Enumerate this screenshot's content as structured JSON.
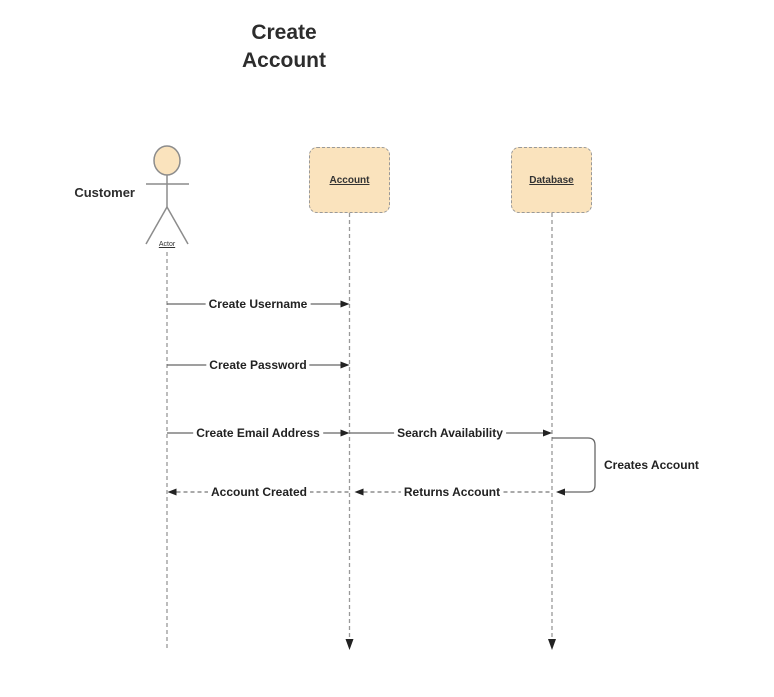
{
  "title": {
    "line1": "Create",
    "line2": "Account"
  },
  "actor": {
    "label": "Customer",
    "stereotype": "Actor"
  },
  "lifelines": [
    {
      "label": "Account"
    },
    {
      "label": "Database"
    }
  ],
  "messages": [
    {
      "label": "Create Username",
      "from": "Customer",
      "to": "Account",
      "line": "solid"
    },
    {
      "label": "Create Password",
      "from": "Customer",
      "to": "Account",
      "line": "solid"
    },
    {
      "label": "Create Email Address",
      "from": "Customer",
      "to": "Account",
      "line": "solid"
    },
    {
      "label": "Search Availability",
      "from": "Account",
      "to": "Database",
      "line": "solid"
    },
    {
      "label": "Creates Account",
      "from": "Database",
      "to": "Database",
      "line": "self"
    },
    {
      "label": "Returns Account",
      "from": "Database",
      "to": "Account",
      "line": "dashed"
    },
    {
      "label": "Account Created",
      "from": "Account",
      "to": "Customer",
      "line": "dashed"
    }
  ],
  "colors": {
    "object_fill": "#FAE3BD",
    "object_border": "#999999",
    "message_line": "#666666",
    "lifeline": "#999999",
    "arrowhead": "#222222",
    "text": "#222222",
    "background": "#FFFFFF"
  }
}
